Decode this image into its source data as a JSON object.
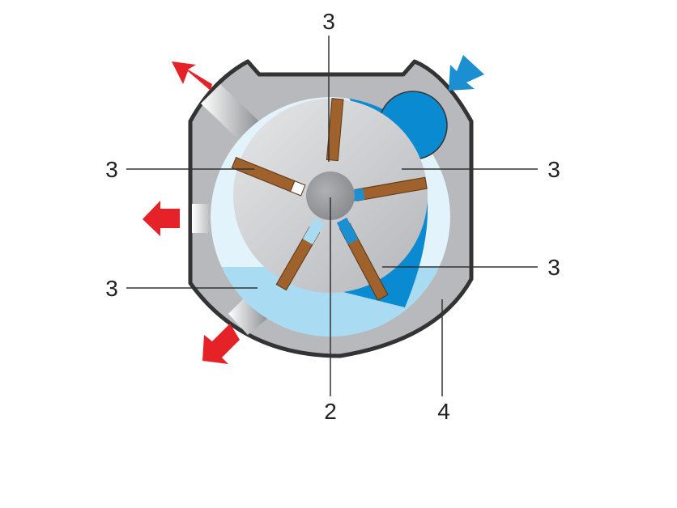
{
  "diagram": {
    "labels": {
      "vane_top": "3",
      "vane_upper_left": "3",
      "vane_upper_right": "3",
      "vane_lower_left": "3",
      "vane_lower_right": "3",
      "rotor_shaft": "2",
      "housing": "4"
    },
    "colors": {
      "housing": "#b8b9bc",
      "outline": "#333333",
      "rotor": "#c9cbce",
      "shaft": "#9a9c9f",
      "vane": "#a0622d",
      "inlet_chamber": "#0a8ad0",
      "compressed_chamber": "#a9dcf3",
      "light_chamber": "#e3f3fb",
      "outlet_arrow": "#e52228",
      "inlet_arrow": "#1b8fd2",
      "vane_tip_blue": "#1b8fd2",
      "vane_tip_light": "#a9dcf3"
    },
    "icons": {
      "outlet_arrows": "red-arrow-icon",
      "inlet_arrow": "blue-arrow-icon"
    }
  }
}
